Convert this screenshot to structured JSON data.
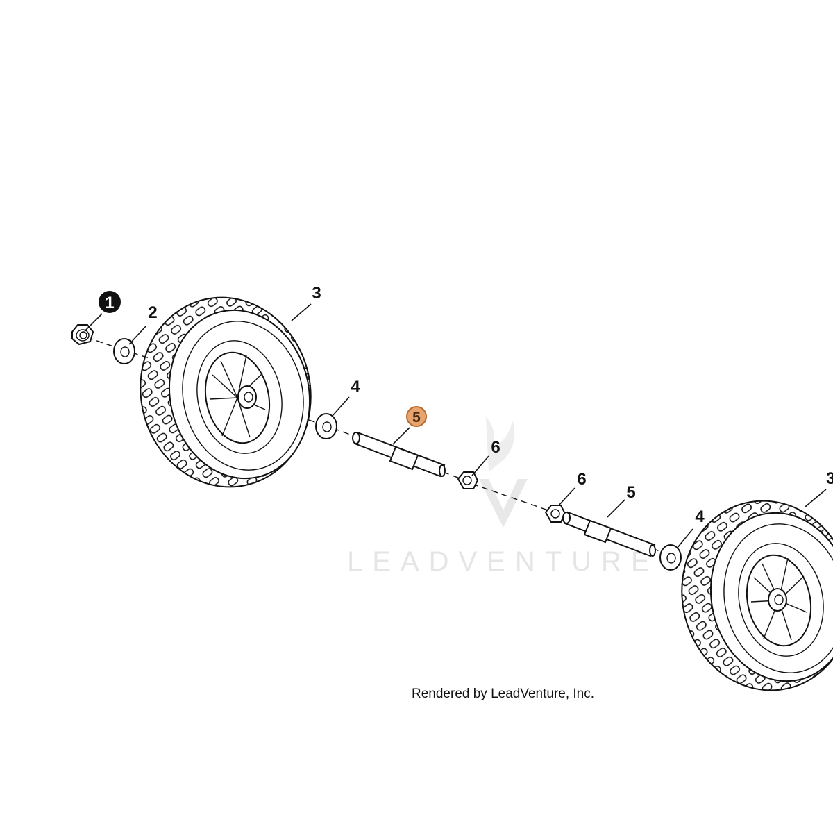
{
  "watermark": {
    "text": "LEADVENTURE"
  },
  "credit": "Rendered by LeadVenture, Inc.",
  "selected_color": "#e8a46e",
  "callouts": [
    {
      "name": "callout-1",
      "label": "1",
      "style": "filled-black"
    },
    {
      "name": "callout-2",
      "label": "2"
    },
    {
      "name": "callout-3-left",
      "label": "3"
    },
    {
      "name": "callout-4-left",
      "label": "4"
    },
    {
      "name": "callout-5-left",
      "label": "5",
      "style": "highlighted"
    },
    {
      "name": "callout-6-left",
      "label": "6"
    },
    {
      "name": "callout-6-right",
      "label": "6"
    },
    {
      "name": "callout-5-right",
      "label": "5"
    },
    {
      "name": "callout-4-right",
      "label": "4"
    },
    {
      "name": "callout-3-right",
      "label": "3"
    }
  ]
}
